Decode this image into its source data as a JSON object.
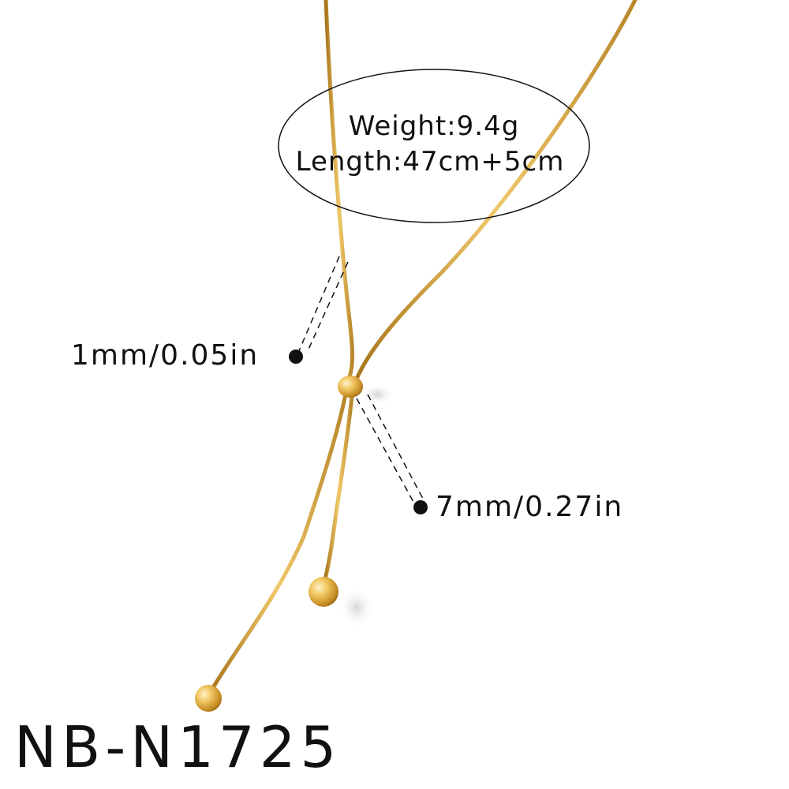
{
  "product": {
    "weight_label": "Weight:9.4g",
    "length_label": "Length:47cm+5cm",
    "chain_thickness": "1mm/0.05in",
    "bead_size": "7mm/0.27in",
    "sku": "NB-N1725"
  },
  "colors": {
    "gold": "#d9a63a",
    "gold_light": "#f3d27a",
    "gold_dark": "#a9761c",
    "ink": "#111111",
    "background": "#ffffff"
  }
}
